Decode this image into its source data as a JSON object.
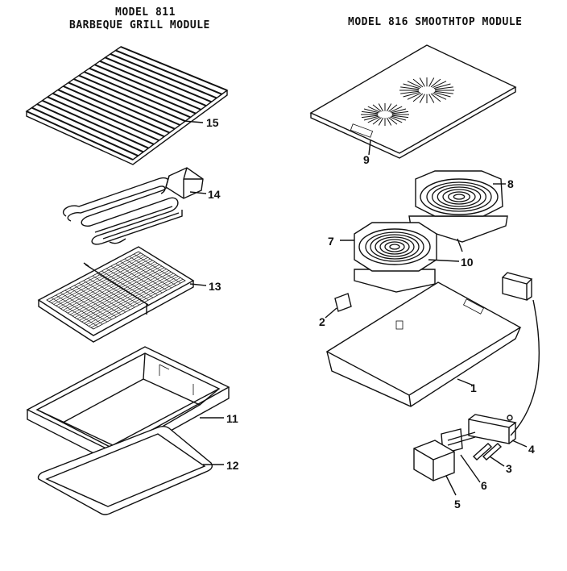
{
  "left_module": {
    "model": "MODEL 811",
    "name": "BARBEQUE GRILL MODULE"
  },
  "right_module": {
    "title": "MODEL 816 SMOOTHTOP MODULE"
  },
  "callouts": {
    "p1": "1",
    "p2": "2",
    "p3": "3",
    "p4": "4",
    "p5": "5",
    "p6": "6",
    "p7": "7",
    "p8": "8",
    "p9": "9",
    "p10": "10",
    "p11": "11",
    "p12": "12",
    "p13": "13",
    "p14": "14",
    "p15": "15"
  }
}
